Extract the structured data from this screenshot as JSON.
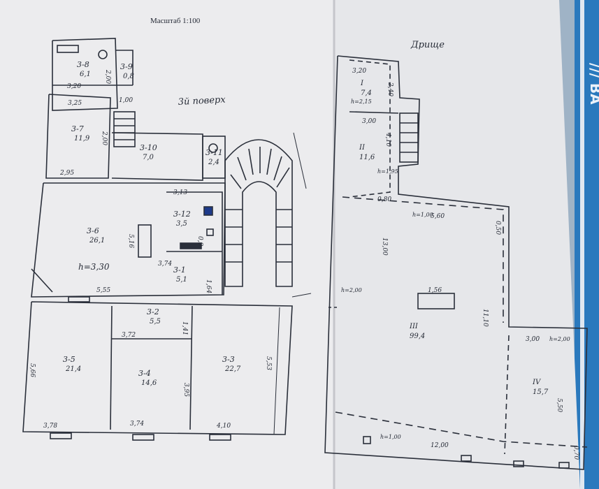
{
  "header": {
    "scale_label": "Масштаб 1:100",
    "floor_label_left": "3й поверх",
    "floor_label_right": "Дрище"
  },
  "colors": {
    "paper": "#eeeef0",
    "ink": "#2a2f3a",
    "binder": "#1e6fb3",
    "fold": "#d6d6da"
  },
  "left_plan": {
    "rooms": [
      {
        "id": "3-8",
        "area": "6,1"
      },
      {
        "id": "3-9",
        "area": "0,8"
      },
      {
        "id": "3-7",
        "area": "11,9"
      },
      {
        "id": "3-10",
        "area": "7,0"
      },
      {
        "id": "3-11",
        "area": "2,4"
      },
      {
        "id": "3-6",
        "area": "26,1"
      },
      {
        "id": "3-12",
        "area": "3,5"
      },
      {
        "id": "3-1",
        "area": "5,1"
      },
      {
        "id": "3-2",
        "area": "5,5"
      },
      {
        "id": "3-5",
        "area": "21,4"
      },
      {
        "id": "3-4",
        "area": "14,6"
      },
      {
        "id": "3-3",
        "area": "22,7"
      }
    ],
    "dimensions": [
      "3,20",
      "3,25",
      "1,00",
      "2,95",
      "3,13",
      "5,16",
      "3,74",
      "5,55",
      "3,72",
      "5,66",
      "3,78",
      "3,74",
      "4,10",
      "5,53",
      "3,95",
      "1,41",
      "1,64",
      "2,00",
      "2,00",
      "0,9"
    ],
    "height_label": "h=3,30"
  },
  "right_plan": {
    "rooms": [
      {
        "id": "I",
        "area": "7,4"
      },
      {
        "id": "II",
        "area": "11,6"
      },
      {
        "id": "III",
        "area": "99,4"
      },
      {
        "id": "IV",
        "area": "15,7"
      }
    ],
    "dimensions": [
      "3,20",
      "2,40",
      "3,00",
      "4,10",
      "0,80",
      "5,60",
      "0,50",
      "13,00",
      "11,10",
      "3,00",
      "5,50",
      "12,00",
      "0,70"
    ],
    "heights": [
      "h=2,15",
      "h=1,95",
      "h=1,00",
      "h=2,00",
      "h=2,00",
      "h=1,00"
    ],
    "beam_label": "1,56"
  }
}
